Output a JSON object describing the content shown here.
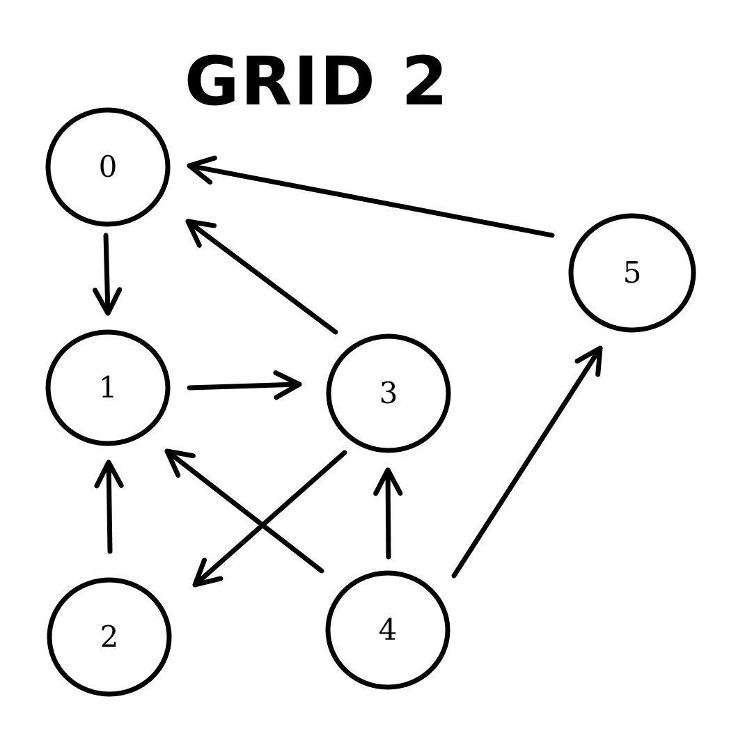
{
  "title": "GRID 2",
  "colors": {
    "stroke": "#000000",
    "background": "#ffffff"
  },
  "nodes": [
    {
      "id": "0",
      "label": "0"
    },
    {
      "id": "1",
      "label": "1"
    },
    {
      "id": "2",
      "label": "2"
    },
    {
      "id": "3",
      "label": "3"
    },
    {
      "id": "4",
      "label": "4"
    },
    {
      "id": "5",
      "label": "5"
    }
  ],
  "edges": [
    {
      "from": "0",
      "to": "1"
    },
    {
      "from": "1",
      "to": "3"
    },
    {
      "from": "2",
      "to": "1"
    },
    {
      "from": "3",
      "to": "0"
    },
    {
      "from": "3",
      "to": "2"
    },
    {
      "from": "4",
      "to": "1"
    },
    {
      "from": "4",
      "to": "3"
    },
    {
      "from": "4",
      "to": "5"
    },
    {
      "from": "5",
      "to": "0"
    }
  ]
}
